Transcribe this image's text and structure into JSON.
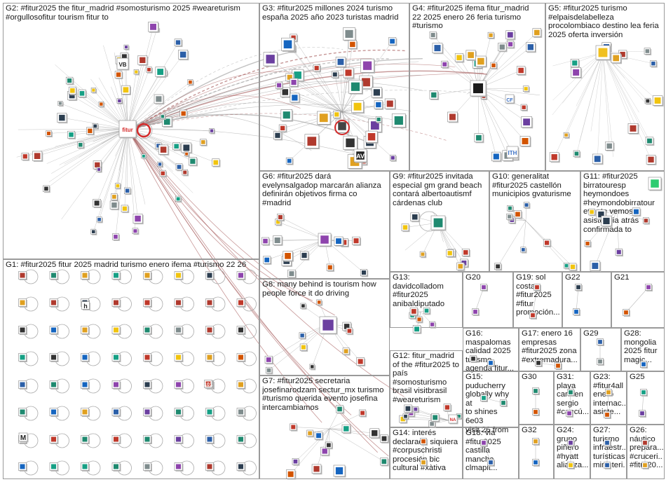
{
  "panels": [
    {
      "id": "G2",
      "text": "G2: #fitur2025 the fitur_madrid #somosturismo 2025 #weareturism\n#orgullosofitur tourism fitur to"
    },
    {
      "id": "G3",
      "text": "G3: #fitur2025 millones 2024 turismo\nespaña 2025 año 2023 turistas madrid"
    },
    {
      "id": "G4",
      "text": "G4: #fitur2025 ifema fitur_madrid\n22 2025 enero 26 feria turismo\n#turismo"
    },
    {
      "id": "G5",
      "text": "G5: #fitur2025 turismo\n#elpaisdelabelleza\nprocolombiaco destino lea feria\n2025 oferta inversión"
    },
    {
      "id": "G1",
      "text": "G1: #fitur2025 fitur 2025 madrid turismo enero ifema #turismo 22 26"
    },
    {
      "id": "G6",
      "text": "G6: #fitur2025 dará\nevelynsalgadop marcarán alianza\ndefinirán objetivos firma co\n#madrid"
    },
    {
      "id": "G9",
      "text": "G9: #fitur2025 invitada\nespecial gm grand beach\ncontará albertoautismf\ncárdenas club"
    },
    {
      "id": "G10",
      "text": "G10: generalitat\n#fitur2025 castellón\nmunicipios gvaturisme"
    },
    {
      "id": "G11",
      "text": "G11: #fitur2025\nbirratouresp\nheymondoes\n#heymondobirratour\nevento vemos\nasistencia atrás\nconfirmada to"
    },
    {
      "id": "G8",
      "text": "G8: many behind is tourism how\npeople force it do driving"
    },
    {
      "id": "G13",
      "text": "G13:\ndavidcolladom\n#fitur2025\nanibaldiputado"
    },
    {
      "id": "G20",
      "text": "G20"
    },
    {
      "id": "G19",
      "text": "G19: sol\ncosta\n#fitur2025\n#fitur\npromoción..."
    },
    {
      "id": "G22",
      "text": "G22"
    },
    {
      "id": "G21",
      "text": "G21"
    },
    {
      "id": "G16",
      "text": "G16:\nmaspalomas\ncalidad 2025\nturismo\nagenda fitur..."
    },
    {
      "id": "G17",
      "text": "G17: enero 16\nempresas\n#fitur2025 zona\n#extremadura..."
    },
    {
      "id": "G29",
      "text": "G29"
    },
    {
      "id": "G28",
      "text": "G28:\nmongolia\n2025 fitur\nmagic..."
    },
    {
      "id": "G12",
      "text": "G12: fitur_madrid\nof the #fitur2025 to\npaís\n#somosturismo\nbrasil visitbrasil\n#weareturism"
    },
    {
      "id": "G7",
      "text": "G7: #fitur2025 secretaria\njosefinarodzam sectur_mx turismo\n#turismo querida evento josefina\nintercambiamos"
    },
    {
      "id": "G15",
      "text": "G15:\npuducherry\nglobally why at\nto shines 6e03\nvisit 26 from"
    },
    {
      "id": "G30",
      "text": "G30"
    },
    {
      "id": "G31",
      "text": "G31:\nplaya\ncarmen\nsergio\n#cancú..."
    },
    {
      "id": "G23",
      "text": "G23:\n#fitur4all\nenero\ninternac...\nasiste..."
    },
    {
      "id": "G25",
      "text": "G25"
    },
    {
      "id": "G14",
      "text": "G14: interés\ndeclarada siquiera\n#corpuschristi\nprocesión bic\ncultural #xàtiva"
    },
    {
      "id": "G18",
      "text": "G18: via\n#fitur2025\ncastilla\nmancha\nclmapit..."
    },
    {
      "id": "G32",
      "text": "G32"
    },
    {
      "id": "G24",
      "text": "G24:\ngrupo\npiñero\n#hyatt\nalianza..."
    },
    {
      "id": "G27",
      "text": "G27:\nturismo\ninfraestr...\nturísticas\nministeri..."
    },
    {
      "id": "G26",
      "text": "G26:\nnáutico\nprepara...\n#cruceri...\n#fitur20..."
    }
  ],
  "node_logos": [
    {
      "text": "fitur"
    },
    {
      "text": "VB"
    },
    {
      "text": "ITH"
    },
    {
      "text": "CF"
    },
    {
      "text": "101"
    },
    {
      "text": "NA"
    },
    {
      "text": "M"
    },
    {
      "text": "h"
    },
    {
      "text": "AV"
    }
  ],
  "colors": {
    "edge": "#9b9b9b",
    "edge_dark": "#a05050",
    "panel_border": "#9a9a9a",
    "accent_red": "#d42a2a",
    "accent_blue": "#3a6fc4"
  }
}
